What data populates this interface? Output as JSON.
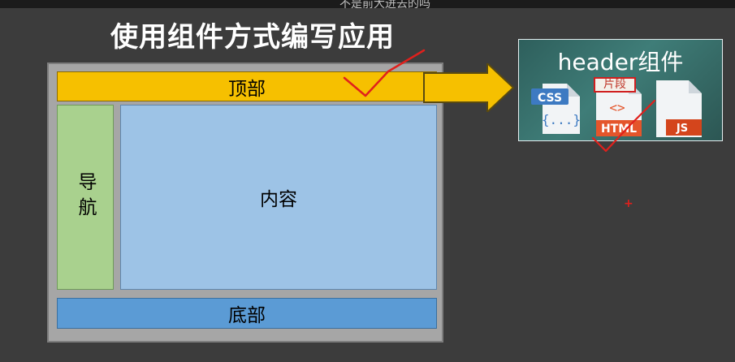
{
  "top_caption": "不是前大进去的吗",
  "slide": {
    "title": "使用组件方式编写应用"
  },
  "layout": {
    "header_label": "顶部",
    "nav_label": "导航",
    "content_label": "内容",
    "footer_label": "底部"
  },
  "component_card": {
    "title": "header组件",
    "fragment_label": "片段",
    "files": [
      {
        "name": "css-file-icon",
        "tag": "CSS",
        "glyph": "{...}",
        "color": "#3d7ac2"
      },
      {
        "name": "html-file-icon",
        "tag": "HTML",
        "glyph": "<>",
        "color": "#e4552b"
      },
      {
        "name": "js-file-icon",
        "tag": "JS",
        "color": "#d4451c"
      }
    ]
  },
  "colors": {
    "background": "#3c3c3c",
    "header": "#f6c000",
    "nav": "#a9d18e",
    "content": "#9dc3e6",
    "footer": "#5b9bd5",
    "annotation": "#e0201c"
  }
}
